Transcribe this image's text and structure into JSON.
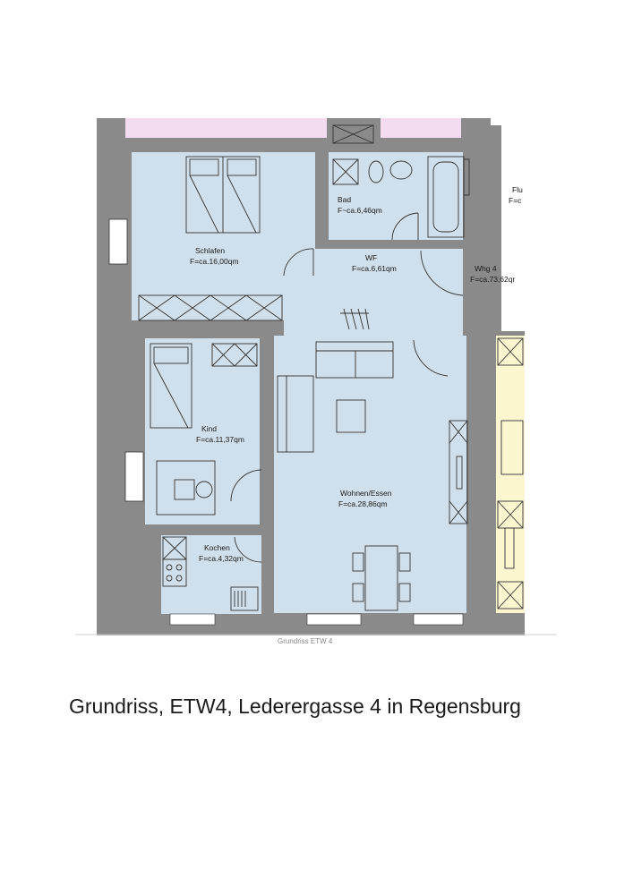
{
  "colors": {
    "wall": "#8a8a8a",
    "room": "#cfe0ec",
    "neighbor_pink": "#f3dcef",
    "neighbor_yellow": "#fbf6cf",
    "line": "#333333"
  },
  "rooms": {
    "bad": {
      "name": "Bad",
      "area": "F~ca.6,46qm"
    },
    "schlafen": {
      "name": "Schlafen",
      "area": "F=ca.16,00qm"
    },
    "wf": {
      "name": "WF",
      "area": "F=ca.6,61qm"
    },
    "whg": {
      "name": "Whg 4",
      "area": "F=ca.73,62qr"
    },
    "flur": {
      "name": "Flu",
      "area": "F=c"
    },
    "kind": {
      "name": "Kind",
      "area": "F=ca.11,37qm"
    },
    "wohnen": {
      "name": "Wohnen/Essen",
      "area": "F=ca.28,86qm"
    },
    "kochen": {
      "name": "Kochen",
      "area": "F=ca.4,32qm"
    }
  },
  "plan_caption": "Grundriss ETW 4",
  "heading": "Grundriss, ETW4, Lederergasse 4 in Regensburg"
}
